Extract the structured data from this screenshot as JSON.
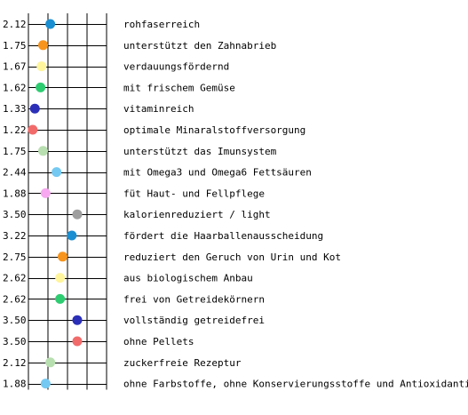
{
  "chart_data": {
    "type": "scatter",
    "xlim": [
      1,
      5
    ],
    "vertical_grid": [
      1,
      2,
      3,
      4,
      5
    ],
    "grid": true,
    "rows": [
      {
        "value": "2.12",
        "x": 2.12,
        "label": "rohfaserreich",
        "color": "#1a8fd1"
      },
      {
        "value": "1.75",
        "x": 1.75,
        "label": "unterstützt den Zahnabrieb",
        "color": "#f7941d"
      },
      {
        "value": "1.67",
        "x": 1.67,
        "label": "verdauungsfördernd",
        "color": "#fff59d"
      },
      {
        "value": "1.62",
        "x": 1.62,
        "label": "mit frischem Gemüse",
        "color": "#2ecc71"
      },
      {
        "value": "1.33",
        "x": 1.33,
        "label": "vitaminreich",
        "color": "#2b2fb8"
      },
      {
        "value": "1.22",
        "x": 1.22,
        "label": "optimale Minaralstoffversorgung",
        "color": "#f26b6b"
      },
      {
        "value": "1.75",
        "x": 1.75,
        "label": "unterstützt das Imunsystem",
        "color": "#b8dfb0"
      },
      {
        "value": "2.44",
        "x": 2.44,
        "label": "mit Omega3 und Omega6 Fettsäuren",
        "color": "#74c9f2"
      },
      {
        "value": "1.88",
        "x": 1.88,
        "label": "füt Haut- und Fellpflege",
        "color": "#f7a8f0"
      },
      {
        "value": "3.50",
        "x": 3.5,
        "label": "kalorienreduziert / light",
        "color": "#9e9e9e"
      },
      {
        "value": "3.22",
        "x": 3.22,
        "label": "fördert die Haarballenausscheidung",
        "color": "#1a8fd1"
      },
      {
        "value": "2.75",
        "x": 2.75,
        "label": "reduziert den Geruch von Urin und Kot",
        "color": "#f7941d"
      },
      {
        "value": "2.62",
        "x": 2.62,
        "label": "aus biologischem Anbau",
        "color": "#fff59d"
      },
      {
        "value": "2.62",
        "x": 2.62,
        "label": "frei von Getreidekörnern",
        "color": "#2ecc71"
      },
      {
        "value": "3.50",
        "x": 3.5,
        "label": "vollständig getreidefrei",
        "color": "#2b2fb8"
      },
      {
        "value": "3.50",
        "x": 3.5,
        "label": "ohne Pellets",
        "color": "#f26b6b"
      },
      {
        "value": "2.12",
        "x": 2.12,
        "label": "zuckerfreie Rezeptur",
        "color": "#b8dfb0"
      },
      {
        "value": "1.88",
        "x": 1.88,
        "label": "ohne Farbstoffe, ohne Konservierungsstoffe und Antioxidantien",
        "color": "#74c9f2"
      }
    ]
  }
}
